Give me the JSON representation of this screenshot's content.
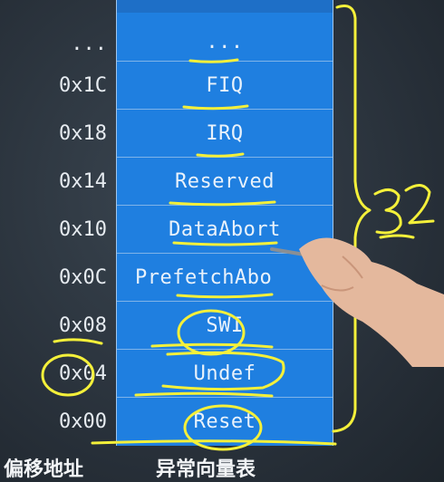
{
  "addresses": [
    "...",
    "0x1C",
    "0x18",
    "0x14",
    "0x10",
    "0x0C",
    "0x08",
    "0x04",
    "0x00"
  ],
  "entries": [
    "...",
    "FIQ",
    "IRQ",
    "Reserved",
    "DataAbort",
    "PrefetchAbo",
    "SWI",
    "Undef",
    "Reset"
  ],
  "captions": {
    "left": "偏移地址",
    "right": "异常向量表"
  },
  "annotation": {
    "size_note": "32"
  },
  "colors": {
    "table_fill": "#1f7fe0",
    "board": "#2d3640",
    "marker": "#f4f03a"
  }
}
